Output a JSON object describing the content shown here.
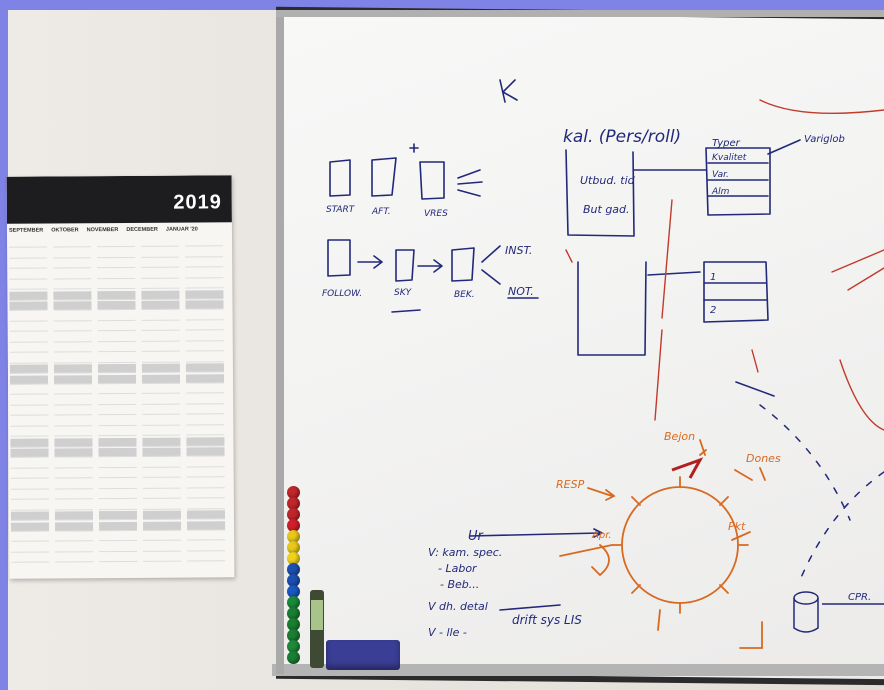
{
  "calendar": {
    "year": "2019",
    "months": [
      "SEPTEMBER",
      "OKTOBER",
      "NOVEMBER",
      "DECEMBER",
      "JANUAR '20"
    ]
  },
  "board": {
    "title_mark": "K",
    "left_diagram": {
      "row1": [
        "START",
        "AFT.",
        "VRES"
      ],
      "row2": [
        "FOLLOW.",
        "SKY",
        "BEK."
      ],
      "branch_labels": [
        "INST.",
        "NOT."
      ]
    },
    "right_diagram": {
      "header": "kal. (Pers/roll)",
      "box_lines": [
        "Utbud. tid",
        "But gad."
      ],
      "list_title": "Typer",
      "list_items": [
        "Kvalitet",
        "Var.",
        "Alm"
      ],
      "list_right": "Variglob",
      "small_list": [
        "1",
        "2"
      ]
    },
    "circle": {
      "labels": [
        "Bejon",
        "Dones",
        "RESP",
        "Apr.",
        "Pkt"
      ]
    },
    "notes": [
      "Ur",
      "V: kam. spec.",
      "- Labor",
      "- Beb...",
      "V dh. detal",
      "V - lle -",
      "drift sys LIS"
    ],
    "corner_labels": [
      "CPR."
    ]
  },
  "colors": {
    "background": "#7f83e6",
    "board": "#f6f6f5",
    "blue_marker": "#22297a",
    "red_marker": "#c23a2a",
    "orange_marker": "#d86a20"
  }
}
